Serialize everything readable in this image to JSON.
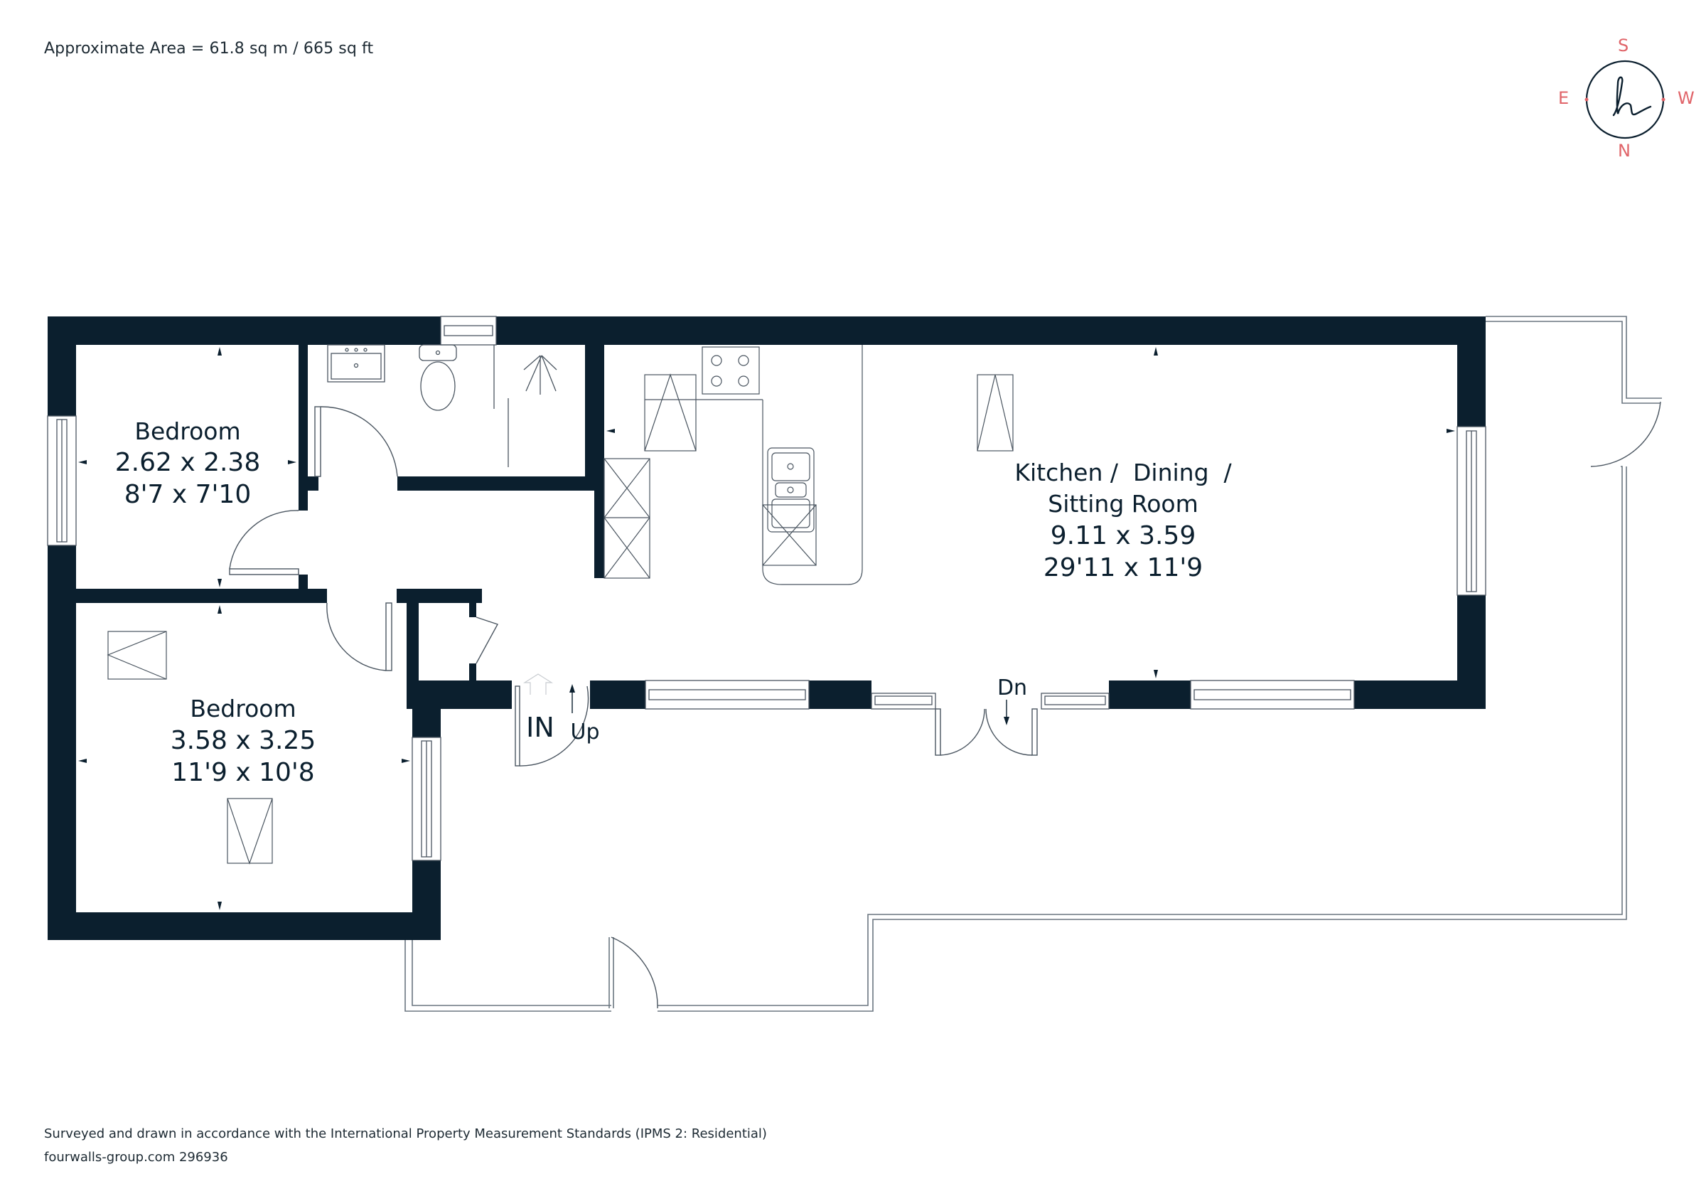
{
  "header": {
    "area_text": "Approximate Area = 61.8 sq m / 665 sq ft"
  },
  "compass": {
    "top": "S",
    "bottom": "N",
    "left": "E",
    "right": "W",
    "logo_glyph": "h",
    "accent_color": "#e06469",
    "ring_color": "#0b1f2e"
  },
  "rooms": {
    "bedroom_1": {
      "name": "Bedroom",
      "metric": "2.62 x 2.38",
      "imperial": "8'7 x 7'10"
    },
    "bedroom_2": {
      "name": "Bedroom",
      "metric": "3.58 x 3.25",
      "imperial": "11'9 x 10'8"
    },
    "kitchen": {
      "name_line1": "Kitchen /  Dining  /",
      "name_line2": "Sitting Room",
      "metric": "9.11 x 3.59",
      "imperial": "29'11 x 11'9"
    }
  },
  "annotations": {
    "entrance": "IN",
    "up": "Up",
    "down": "Dn"
  },
  "footer": {
    "line1": "Surveyed and drawn in accordance with the International Property Measurement Standards (IPMS 2: Residential)",
    "line2": "fourwalls-group.com 296936"
  },
  "colors": {
    "wall": "#0b1f2e",
    "line": "#4a5560",
    "background": "#ffffff"
  }
}
